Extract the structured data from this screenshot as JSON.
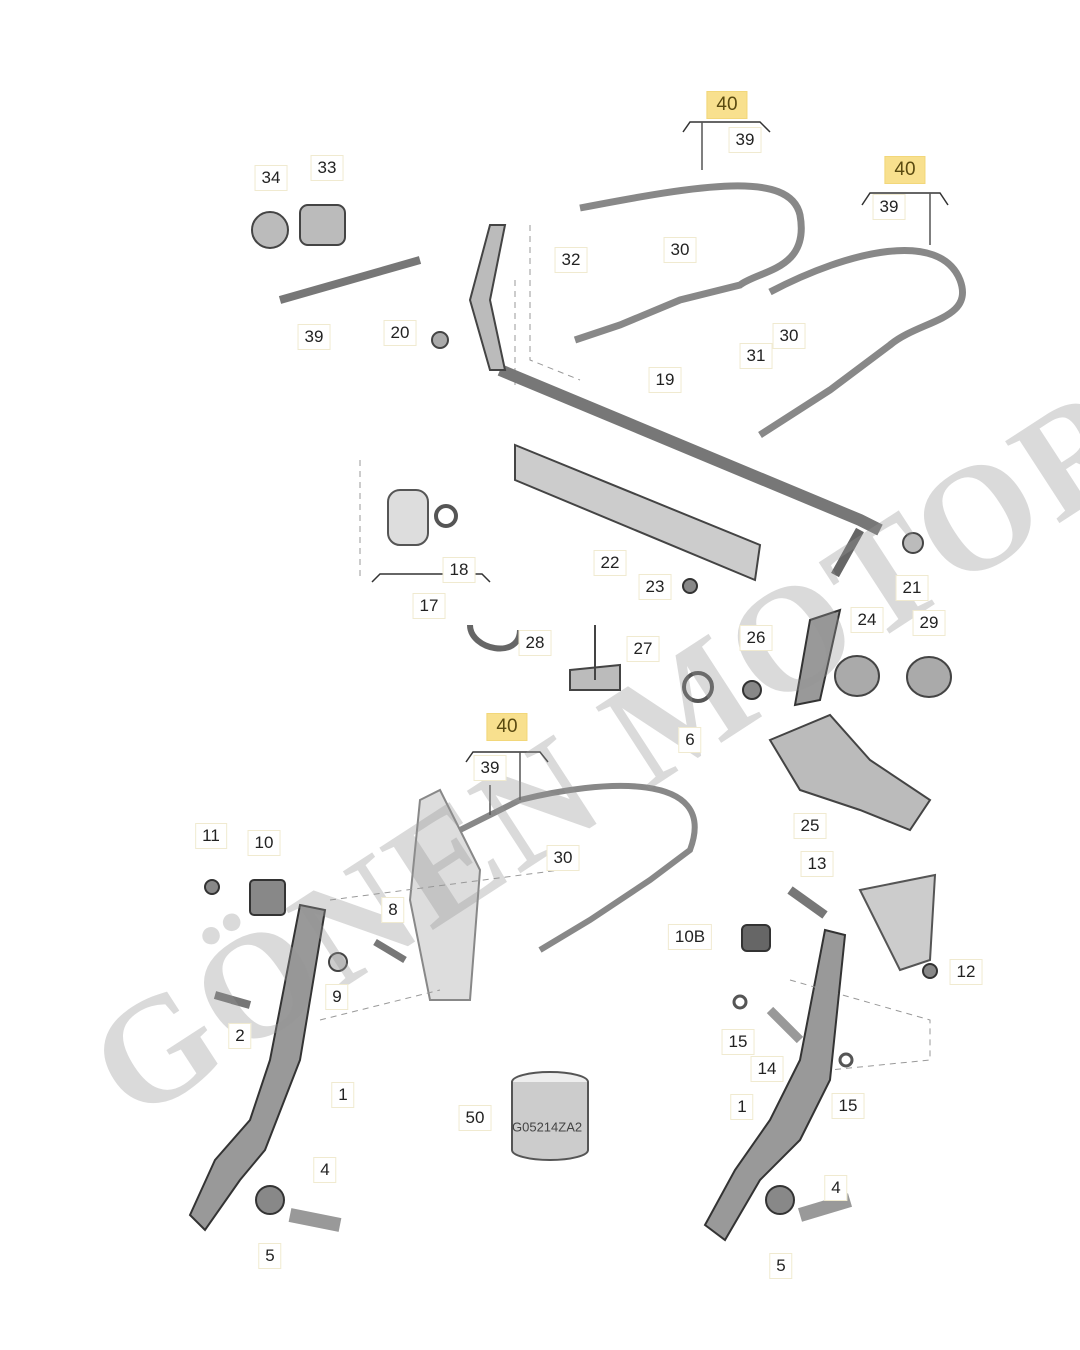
{
  "watermark": "GÖNEN MOTORS",
  "part_code": "G05214ZA2",
  "highlight_color": "#f8e08e",
  "labels": [
    {
      "text": "40",
      "highlight": true
    },
    {
      "text": "39"
    },
    {
      "text": "40",
      "highlight": true
    },
    {
      "text": "39"
    },
    {
      "text": "34"
    },
    {
      "text": "33"
    },
    {
      "text": "39"
    },
    {
      "text": "20"
    },
    {
      "text": "32"
    },
    {
      "text": "30"
    },
    {
      "text": "30"
    },
    {
      "text": "31"
    },
    {
      "text": "19"
    },
    {
      "text": "22"
    },
    {
      "text": "18"
    },
    {
      "text": "17"
    },
    {
      "text": "23"
    },
    {
      "text": "21"
    },
    {
      "text": "28"
    },
    {
      "text": "27"
    },
    {
      "text": "26"
    },
    {
      "text": "24"
    },
    {
      "text": "29"
    },
    {
      "text": "6"
    },
    {
      "text": "40",
      "highlight": true
    },
    {
      "text": "39"
    },
    {
      "text": "25"
    },
    {
      "text": "30"
    },
    {
      "text": "11"
    },
    {
      "text": "10"
    },
    {
      "text": "13"
    },
    {
      "text": "8"
    },
    {
      "text": "10B"
    },
    {
      "text": "9"
    },
    {
      "text": "12"
    },
    {
      "text": "2"
    },
    {
      "text": "15"
    },
    {
      "text": "14"
    },
    {
      "text": "1"
    },
    {
      "text": "50"
    },
    {
      "text": "1"
    },
    {
      "text": "15"
    },
    {
      "text": "4"
    },
    {
      "text": "5"
    },
    {
      "text": "4"
    },
    {
      "text": "5"
    }
  ]
}
